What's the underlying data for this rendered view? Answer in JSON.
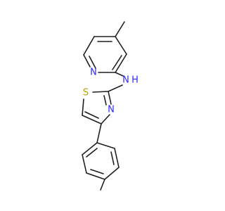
{
  "molecule": {
    "atoms": {
      "pyridine_N": {
        "symbol": "N",
        "color": "#2a2aff"
      },
      "amine_NH": {
        "symbol": "N",
        "hydrogen": "H",
        "color": "#2a2aff"
      },
      "thiazole_S": {
        "symbol": "S",
        "color": "#b8a000"
      },
      "thiazole_N": {
        "symbol": "N",
        "color": "#2a2aff"
      }
    },
    "bond_color": "#1f1f1f"
  }
}
